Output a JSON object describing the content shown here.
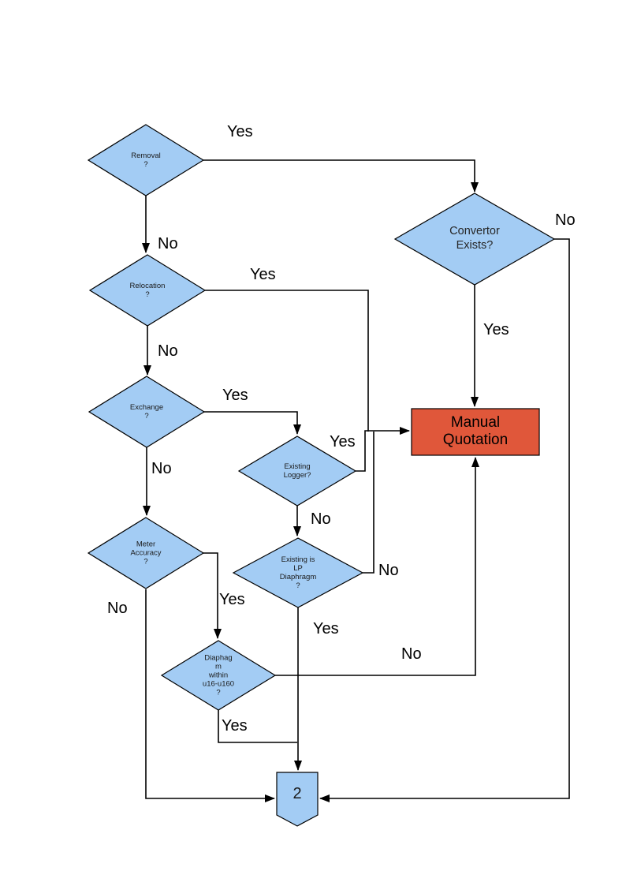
{
  "diagram": {
    "title": "meter-work-decision-flowchart",
    "colors": {
      "decision_fill": "#A3CCF4",
      "process_fill": "#E0573A",
      "line": "#000000"
    },
    "nodes": {
      "removal": {
        "label": "Removal\n?"
      },
      "relocation": {
        "label": "Relocation\n?"
      },
      "exchange": {
        "label": "Exchange\n?"
      },
      "meter_accuracy": {
        "label": "Meter\nAccuracy\n?"
      },
      "existing_logger": {
        "label": "Existing\nLogger?"
      },
      "existing_lp": {
        "label": "Existing is\nLP\nDiaphragm\n?"
      },
      "diaphragm_range": {
        "label": "Diaphag\nm\nwithin\nu16-u160\n?"
      },
      "convertor": {
        "label": "Convertor\nExists?"
      },
      "manual_quotation": {
        "label": "Manual\nQuotation"
      },
      "connector_2": {
        "label": "2"
      }
    },
    "edges": {
      "removal_yes": {
        "label": "Yes"
      },
      "removal_no": {
        "label": "No"
      },
      "relocation_yes": {
        "label": "Yes"
      },
      "relocation_no": {
        "label": "No"
      },
      "exchange_yes": {
        "label": "Yes"
      },
      "exchange_no": {
        "label": "No"
      },
      "existing_logger_yes": {
        "label": "Yes"
      },
      "existing_logger_no": {
        "label": "No"
      },
      "lp_no": {
        "label": "No"
      },
      "lp_yes": {
        "label": "Yes"
      },
      "meter_accuracy_yes": {
        "label": "Yes"
      },
      "meter_accuracy_no": {
        "label": "No"
      },
      "diaphragm_yes": {
        "label": "Yes"
      },
      "diaphragm_no": {
        "label": "No"
      },
      "convertor_yes": {
        "label": "Yes"
      },
      "convertor_no": {
        "label": "No"
      }
    }
  }
}
